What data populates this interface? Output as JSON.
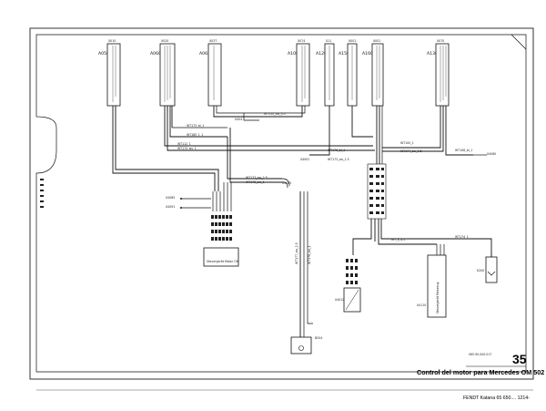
{
  "sheet": {
    "page_number": "35",
    "title": "Control del motor para Mercedes OM 502",
    "footer": "FENDT Katana 65 650.... 1214-"
  },
  "connectors": [
    {
      "code": "A050",
      "top": "X010"
    },
    {
      "code": "A060",
      "top": "X020"
    },
    {
      "code": "A065",
      "top": "X037"
    },
    {
      "code": "A100",
      "top": "X074"
    },
    {
      "code": "A120",
      "top": "X11"
    },
    {
      "code": "A150",
      "top": "X001"
    },
    {
      "code": "A160",
      "top": "X001"
    },
    {
      "code": "A130",
      "top": "X070"
    }
  ],
  "components": {
    "left_module_label": "Steuergerät Motor OM",
    "right_module_label": "Steuergerät Fahrzeug",
    "ground_label": "K200",
    "sensor_label": "B204",
    "x404": "X404",
    "x4001": "X4001",
    "x5085": "X5085",
    "x4085": "X4085",
    "x4091": "X4091",
    "x4060": "X4060",
    "x4110": "X4110",
    "x4012": "X4012"
  },
  "wire_labels": [
    "WT173_bl_1",
    "WT185_1_1",
    "WT112_1",
    "WT174_ws_1",
    "WT177_sw_2.5",
    "WT178_sw_1",
    "WT176_bl_1",
    "WT173_sw_1.5",
    "WT112_sw_0.5",
    "WT108_bl_1",
    "WT100_1",
    "WT_x_4.5",
    "WT174_1",
    "WT174_sw_1.5"
  ],
  "revision": "065.90.000.017"
}
